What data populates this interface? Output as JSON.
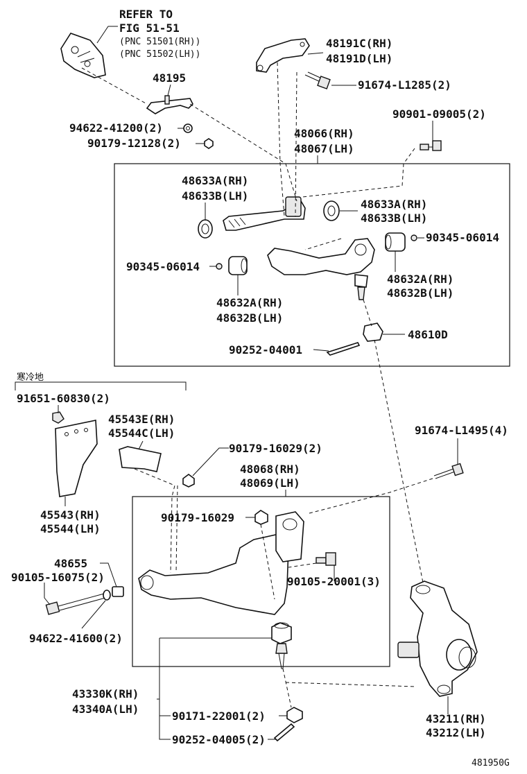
{
  "refer": {
    "line1": "REFER TO",
    "line2": "FIG 51-51",
    "line3": "(PNC 51501(RH))",
    "line4": "(PNC 51502(LH))"
  },
  "labels": {
    "p48191_rh": "48191C(RH)",
    "p48191_lh": "48191D(LH)",
    "p91674_l1285": "91674-L1285(2)",
    "p48195": "48195",
    "p94622_41200": "94622-41200(2)",
    "p90179_12128": "90179-12128(2)",
    "p90901_09005": "90901-09005(2)",
    "p48066_rh": "48066(RH)",
    "p48067_lh": "48067(LH)",
    "p48633_rh_left": "48633A(RH)",
    "p48633_lh_left": "48633B(LH)",
    "p48633_rh_right": "48633A(RH)",
    "p48633_lh_right": "48633B(LH)",
    "p90345_right": "90345-06014",
    "p90345_left": "90345-06014",
    "p48632_rh_right": "48632A(RH)",
    "p48632_lh_right": "48632B(LH)",
    "p48632_rh_left": "48632A(RH)",
    "p48632_lh_left": "48632B(LH)",
    "p48610d": "48610D",
    "p90252_04001": "90252-04001",
    "cold_region": "寒冷地",
    "p91651_60830": "91651-60830(2)",
    "p45543e_rh": "45543E(RH)",
    "p45544c_lh": "45544C(LH)",
    "p90179_16029_2": "90179-16029(2)",
    "p91674_l1495": "91674-L1495(4)",
    "p48068_rh": "48068(RH)",
    "p48069_lh": "48069(LH)",
    "p90179_16029": "90179-16029",
    "p45543_rh": "45543(RH)",
    "p45544_lh": "45544(LH)",
    "p48655": "48655",
    "p90105_16075": "90105-16075(2)",
    "p90105_20001": "90105-20001(3)",
    "p94622_41600": "94622-41600(2)",
    "p43330k_rh": "43330K(RH)",
    "p43340a_lh": "43340A(LH)",
    "p90171_22001": "90171-22001(2)",
    "p90252_04005": "90252-04005(2)",
    "p43211_rh": "43211(RH)",
    "p43212_lh": "43212(LH)",
    "figure_code": "481950G"
  }
}
